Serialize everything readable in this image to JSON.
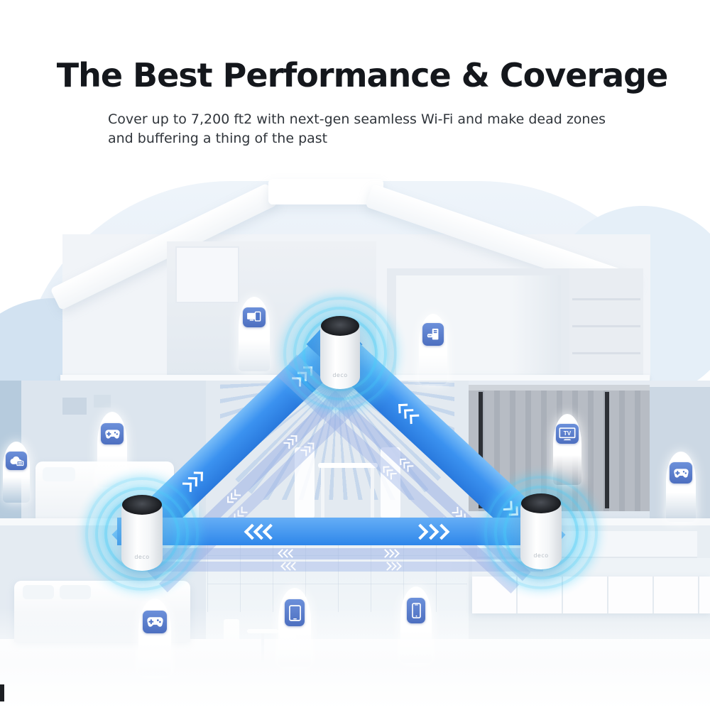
{
  "header": {
    "title": "The Best Performance & Coverage",
    "subtitle_line1": "Cover up to 7,200 ft2 with next-gen seamless Wi-Fi and make dead zones",
    "subtitle_line2": "and buffering a thing of the past"
  },
  "illustration": {
    "deco_label": "deco",
    "tv_label": "TV",
    "units": [
      "deco-unit-top",
      "deco-unit-left",
      "deco-unit-right"
    ],
    "device_icons": [
      "cloud-storage-icon",
      "game-controller-icon",
      "desktop-monitor-icon",
      "gaming-pc-icon",
      "tv-icon",
      "game-controller-icon",
      "game-controller-icon",
      "tablet-icon",
      "smartphone-icon"
    ],
    "colors": {
      "headline": "#14171c",
      "subtitle": "#30353b",
      "band_blue_dark": "#2979dd",
      "band_blue_light": "#79bdf8",
      "band_faint": "rgba(151,174,229,0.52)",
      "glow_cyan": "#48cef7",
      "icon_chip_blue": "#5076c8",
      "cloud_light_blue": "#dfeaf5",
      "curtain_gray": "#b2b7c0"
    }
  }
}
